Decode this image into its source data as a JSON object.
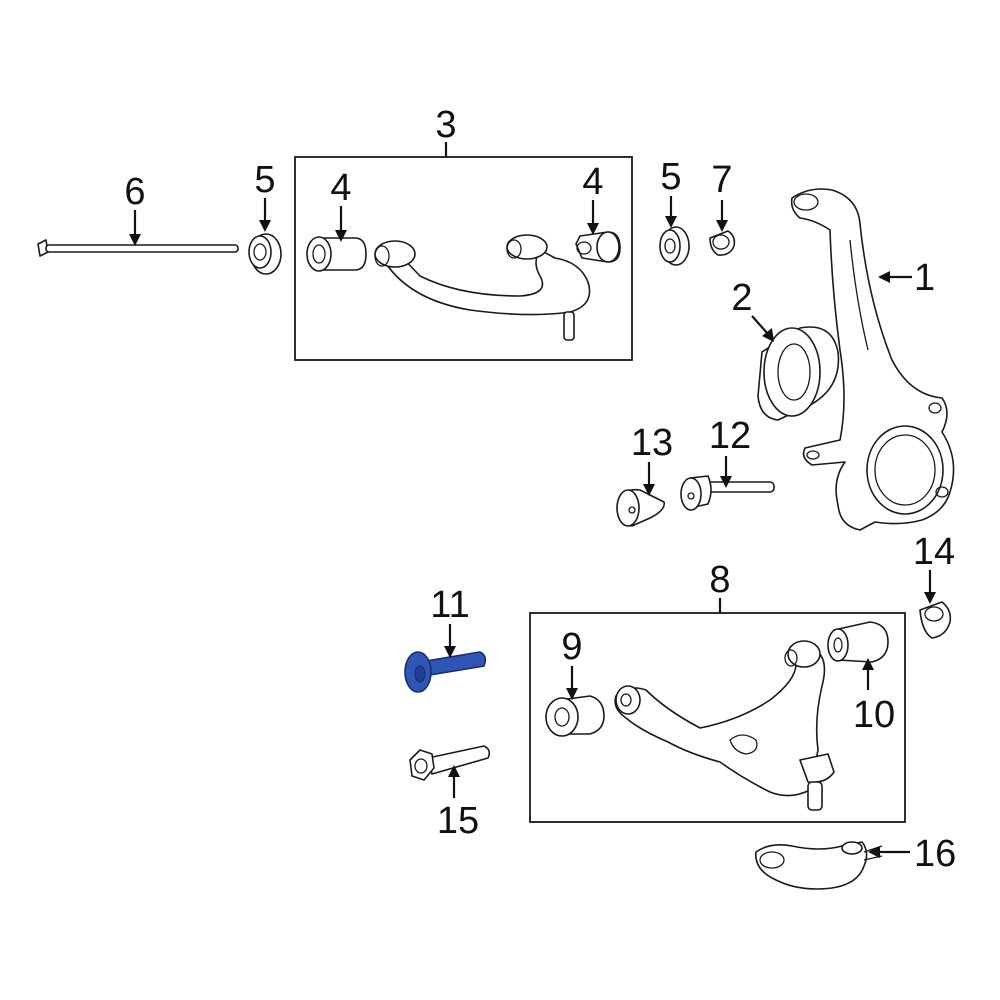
{
  "callouts": {
    "c1": "1",
    "c2": "2",
    "c3": "3",
    "c4a": "4",
    "c4b": "4",
    "c5a": "5",
    "c5b": "5",
    "c6": "6",
    "c7": "7",
    "c8": "8",
    "c9": "9",
    "c10": "10",
    "c11": "11",
    "c12": "12",
    "c13": "13",
    "c14": "14",
    "c15": "15",
    "c16": "16"
  },
  "colors": {
    "highlight": "#2f55b5",
    "line": "#1a1a1a",
    "background": "#ffffff"
  }
}
